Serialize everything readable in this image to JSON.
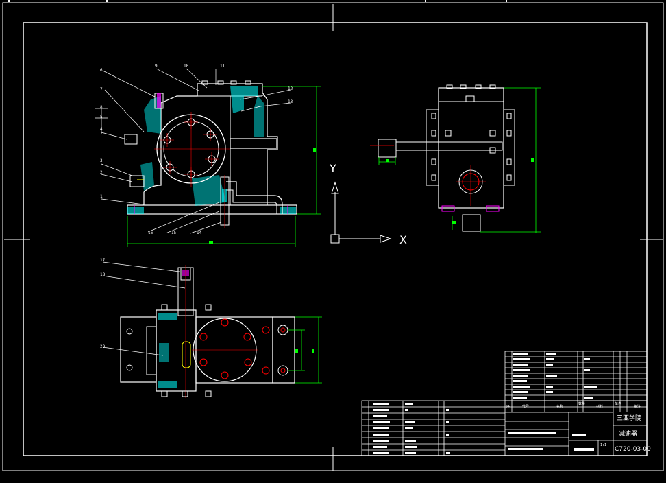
{
  "drawing": {
    "part_labels": {
      "n6": "6",
      "n7": "7",
      "n8": "8",
      "n5": "5",
      "n4": "4",
      "n9": "9",
      "n10": "10",
      "n11": "11",
      "n12": "12",
      "n13": "13",
      "n3a": "3",
      "n2": "2",
      "n1": "1",
      "n16": "16",
      "n15": "15",
      "n14": "14",
      "n17": "17",
      "n18": "18",
      "n20": "20"
    },
    "ucs": {
      "y": "Y",
      "x": "X"
    }
  },
  "title_block": {
    "school": "三亚学院",
    "part_name": "减速器",
    "drawing_no": "C720-03-00",
    "col_remark": "备注",
    "col_material": "材料",
    "col_qty_a": "数量",
    "col_qty_b": "单件",
    "col_name": "名称",
    "col_code": "代号",
    "scale": "1:1"
  },
  "colors": {
    "background": "#000000",
    "line": "#ffffff",
    "dimension": "#00ff00",
    "center": "#ff0000",
    "hatch": "#00ffff",
    "hidden": "#ff00ff",
    "bolt": "#ffff00"
  }
}
